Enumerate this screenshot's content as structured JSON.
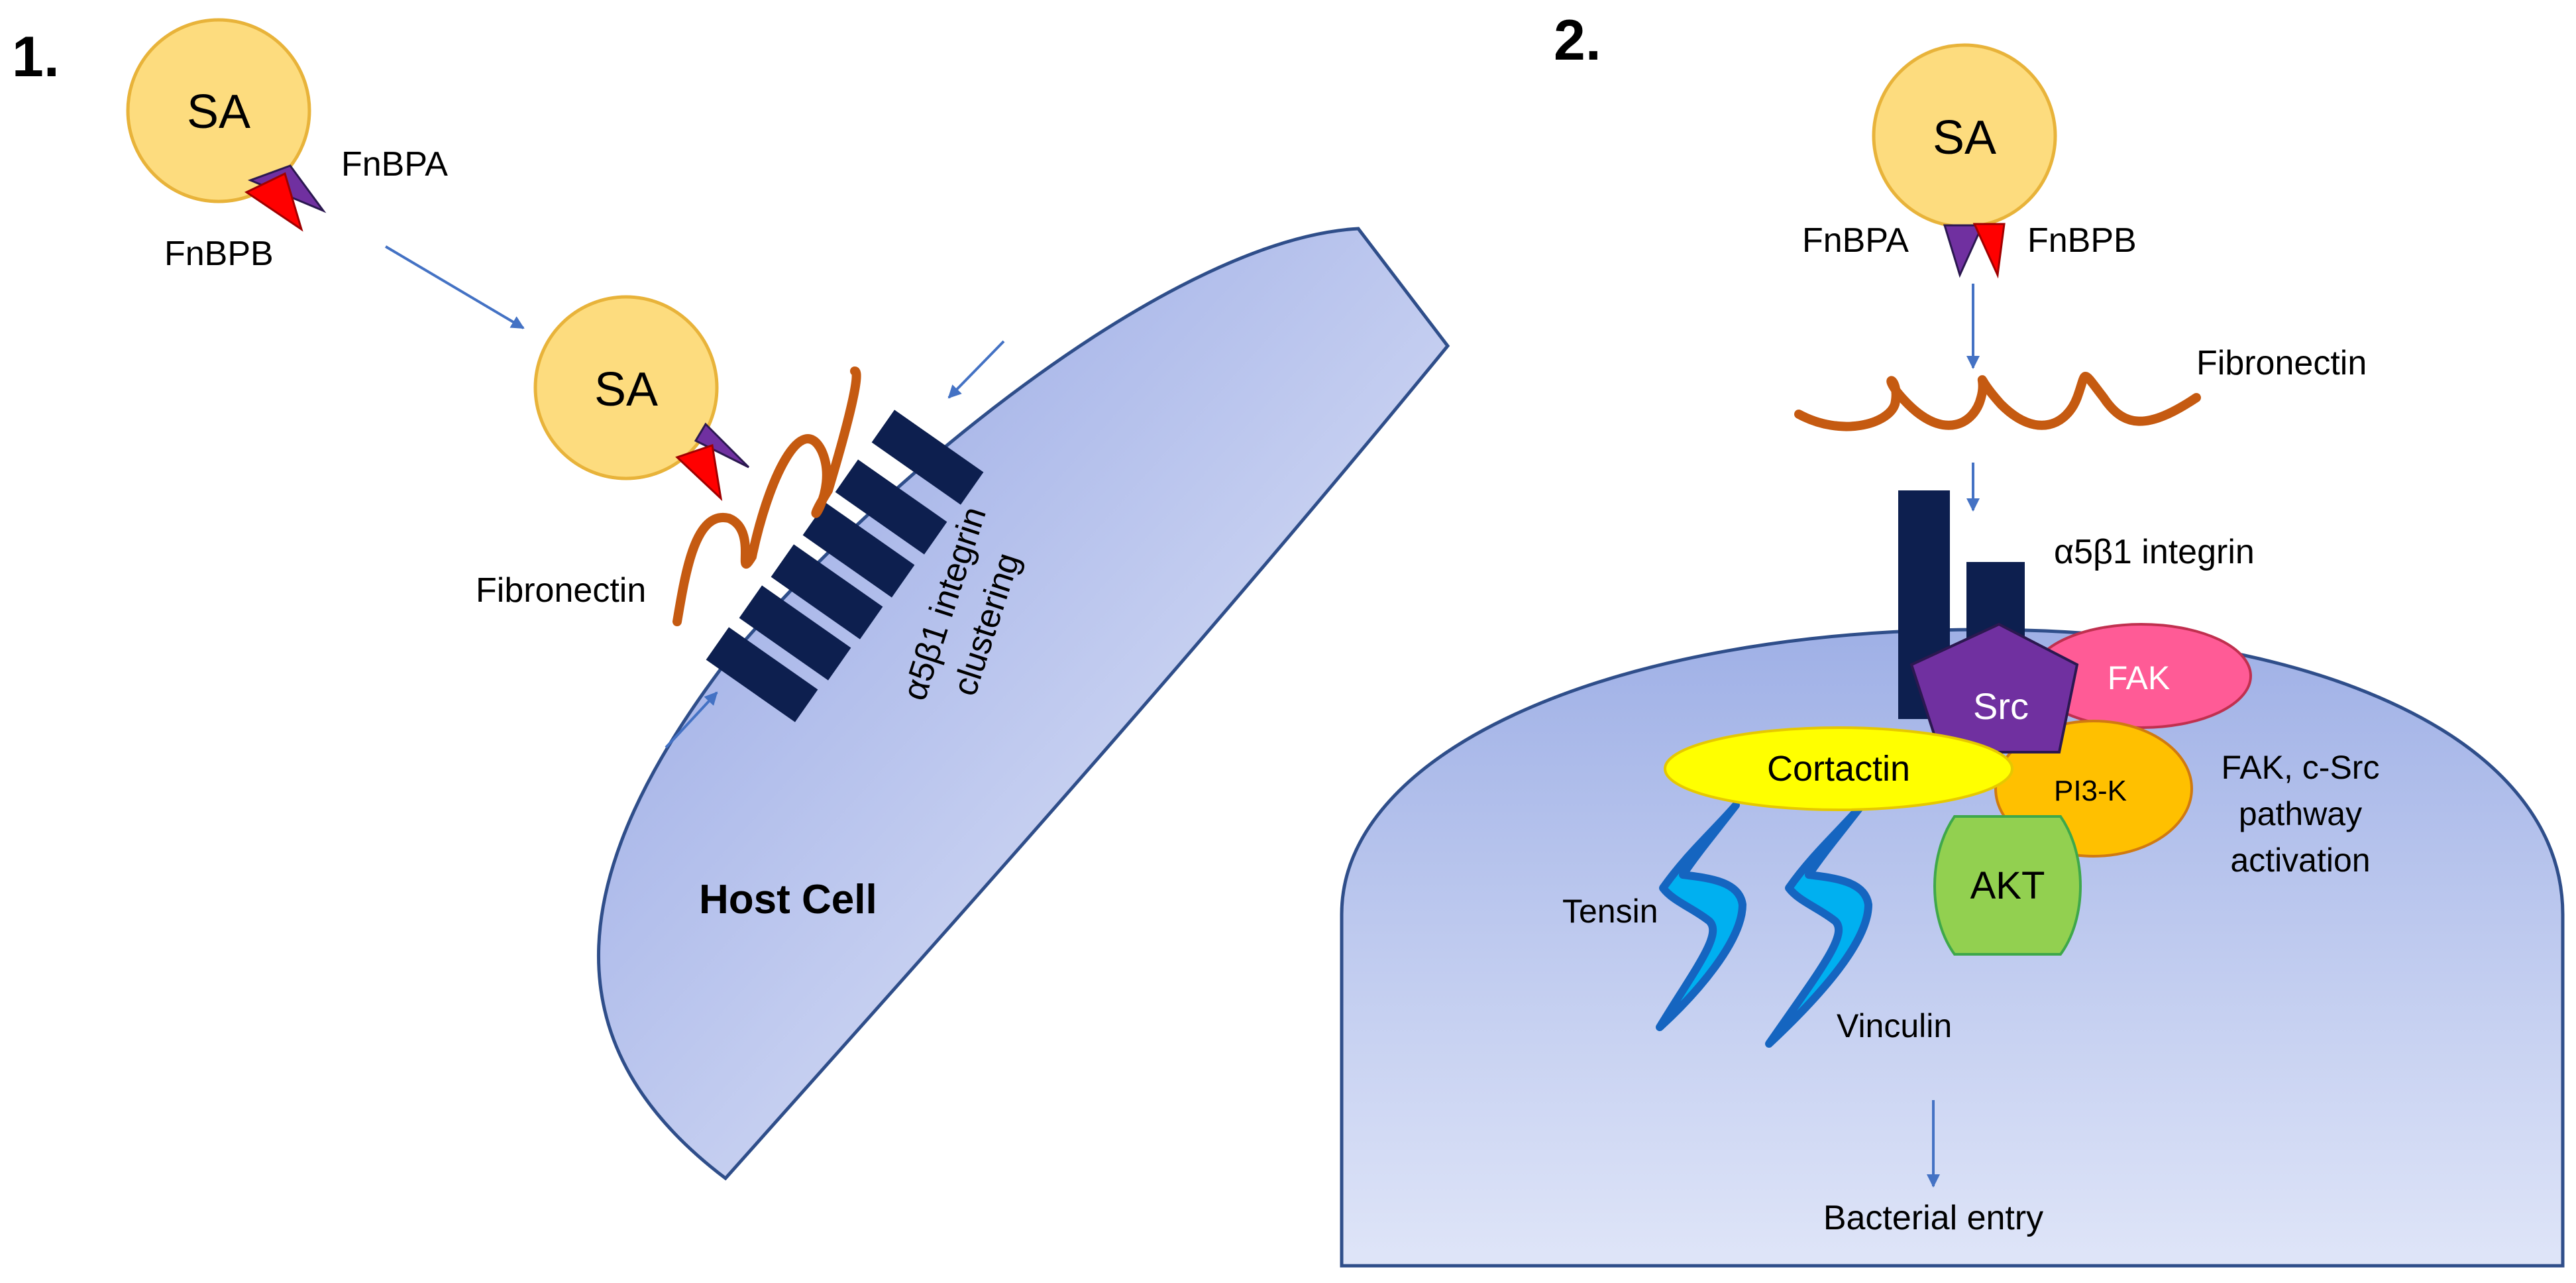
{
  "panel1": {
    "number": "1.",
    "bacterium_top_label": "SA",
    "bacterium_bottom_label": "SA",
    "fnbpa_label": "FnBPA",
    "fnbpb_label": "FnBPB",
    "fibronectin_label": "Fibronectin",
    "integrin_label_line1": "α5β1 integrin",
    "integrin_label_line2": "clustering",
    "host_cell_label": "Host Cell"
  },
  "panel2": {
    "number": "2.",
    "bacterium_label": "SA",
    "fnbpa_label": "FnBPA",
    "fnbpb_label": "FnBPB",
    "fibronectin_label": "Fibronectin",
    "integrin_label": "α5β1 integrin",
    "src_label": "Src",
    "fak_label": "FAK",
    "cortactin_label": "Cortactin",
    "pi3k_label": "PI3-K",
    "akt_label": "AKT",
    "pathway_line1": "FAK, c-Src",
    "pathway_line2": "pathway",
    "pathway_line3": "activation",
    "tensin_label": "Tensin",
    "vinculin_label": "Vinculin",
    "entry_label": "Bacterial entry"
  },
  "colors": {
    "bacterium_fill": "#fddc7e",
    "bacterium_stroke": "#e8b33a",
    "fnbpa": "#7030a0",
    "fnbpb": "#ff0000",
    "fibronectin": "#c55a11",
    "integrin": "#0d1f4f",
    "cell_fill": "#a6b6e8",
    "cell_stroke": "#2f4e8a",
    "src": "#7030a0",
    "fak": "#ff5b96",
    "cortactin": "#ffff00",
    "pi3k": "#ffc000",
    "akt": "#92d050",
    "tensin_vinculin": "#00b0f0",
    "arrow": "#4472c4"
  }
}
